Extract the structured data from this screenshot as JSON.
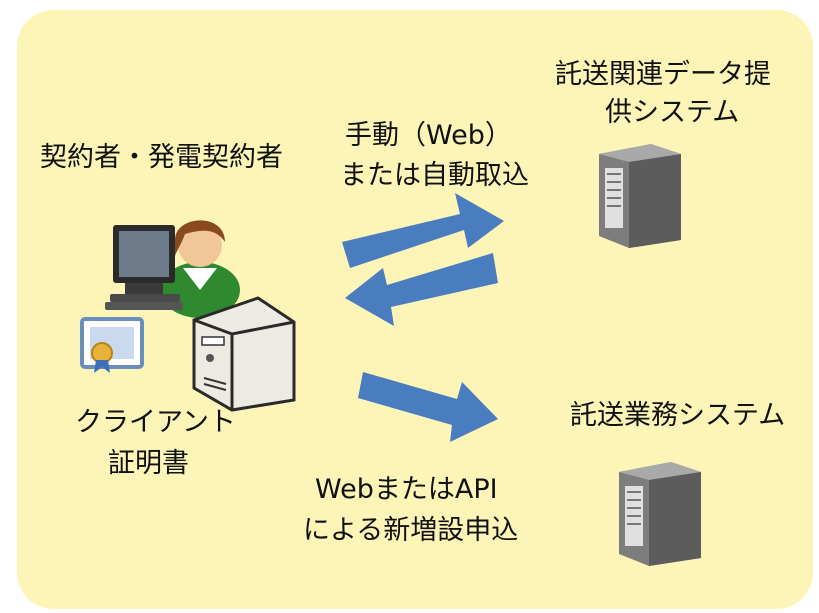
{
  "diagram": {
    "user_label": "契約者・発電契約者",
    "certificate_label_line1": "クライアント",
    "certificate_label_line2": "証明書",
    "manual_auto_line1": "手動（Web）",
    "manual_auto_line2": "または自動取込",
    "api_line1": "WebまたはAPI",
    "api_line2": "による新増設申込",
    "data_system_line1": "託送関連データ提",
    "data_system_line2": "供システム",
    "business_system_label": "託送業務システム"
  },
  "colors": {
    "panel_background": "#fdf5b8",
    "arrow": "#4a7cc0",
    "server_body": "#8a8a8a",
    "person_shirt": "#2f8a2f",
    "person_hair": "#8b4a1e"
  },
  "icons": [
    "user-at-computer-icon",
    "certificate-icon",
    "client-computer-icon",
    "server-icon",
    "server-icon"
  ]
}
